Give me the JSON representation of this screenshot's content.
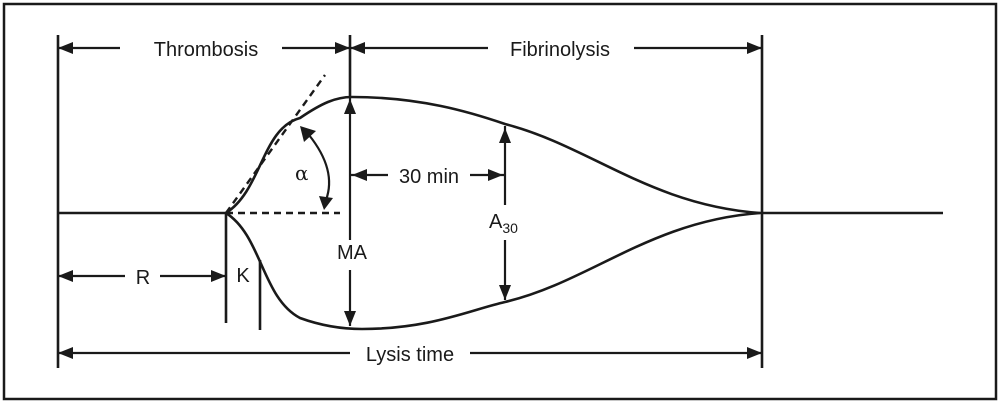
{
  "diagram": {
    "labels": {
      "thrombosis": "Thrombosis",
      "fibrinolysis": "Fibrinolysis",
      "alpha": "α",
      "thirty_min": "30 min",
      "a30_main": "A",
      "a30_sub": "30",
      "ma": "MA",
      "r": "R",
      "k": "K",
      "lysis_time": "Lysis time"
    },
    "colors": {
      "line": "#1a1a1a",
      "background": "#ffffff",
      "frame": "#1a1a1a"
    }
  }
}
